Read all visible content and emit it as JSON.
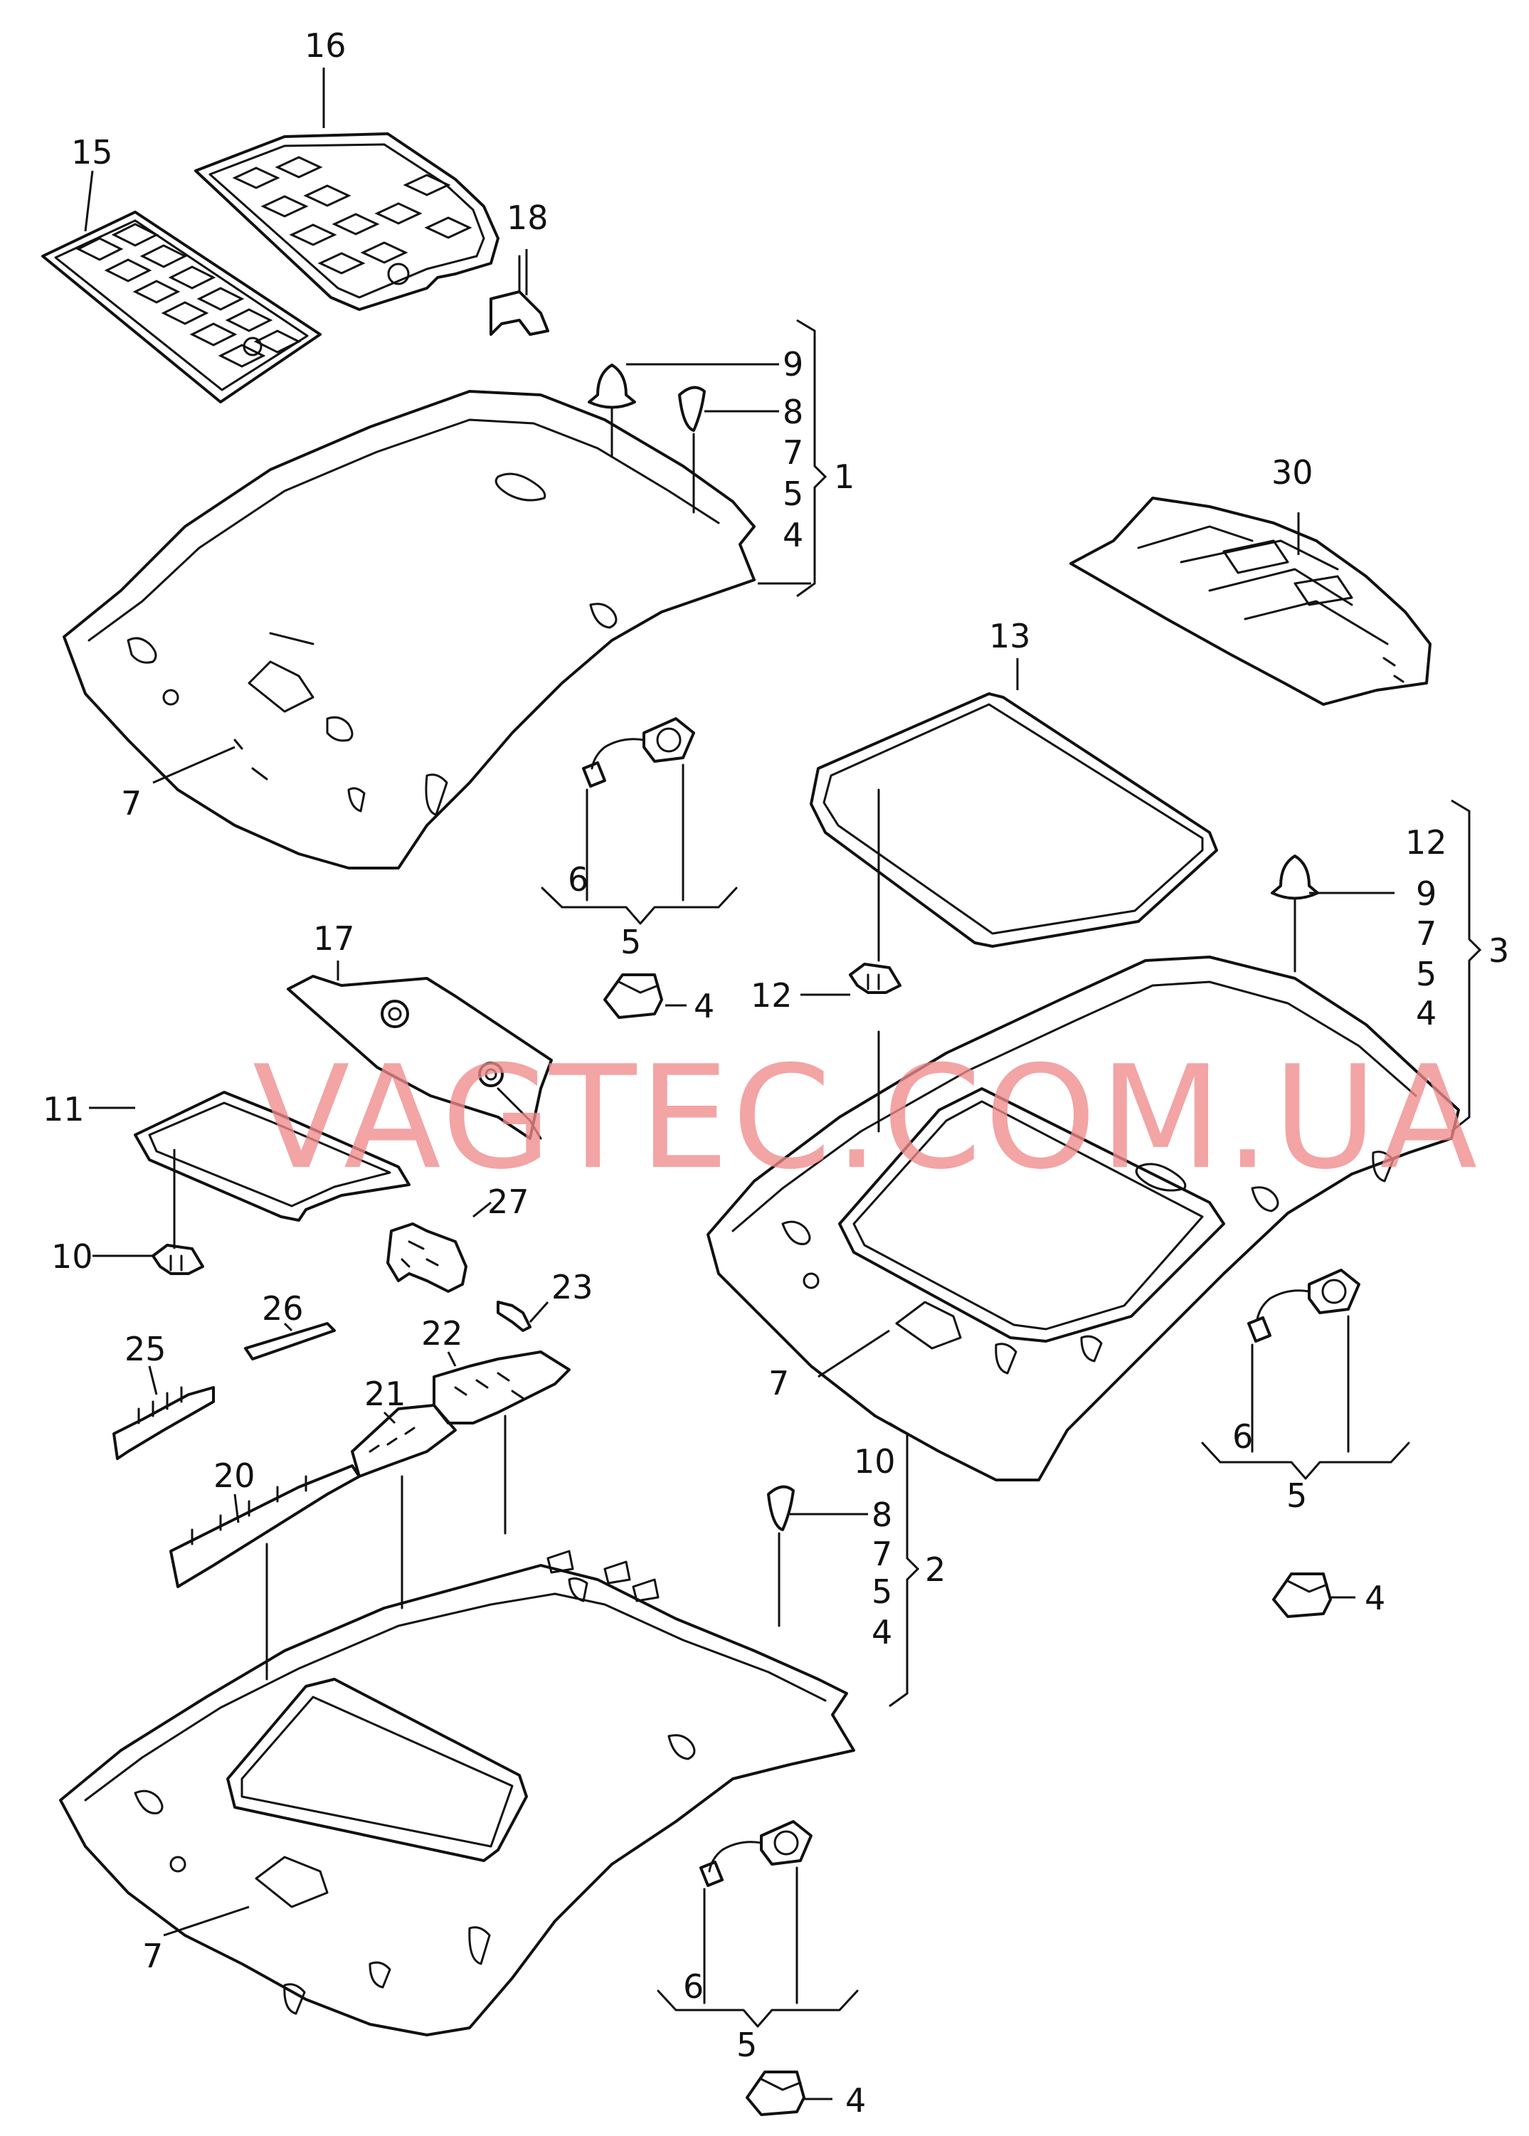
{
  "watermark": "VAGTEC.COM.UA",
  "callouts": {
    "c1": "1",
    "c2": "2",
    "c3": "3",
    "c4": "4",
    "c5": "5",
    "c6": "6",
    "c7": "7",
    "c8": "8",
    "c9": "9",
    "c10": "10",
    "c11": "11",
    "c12": "12",
    "c13": "13",
    "c15": "15",
    "c16": "16",
    "c17": "17",
    "c18": "18",
    "c20": "20",
    "c21": "21",
    "c22": "22",
    "c23": "23",
    "c25": "25",
    "c26": "26",
    "c27": "27",
    "c30": "30"
  }
}
